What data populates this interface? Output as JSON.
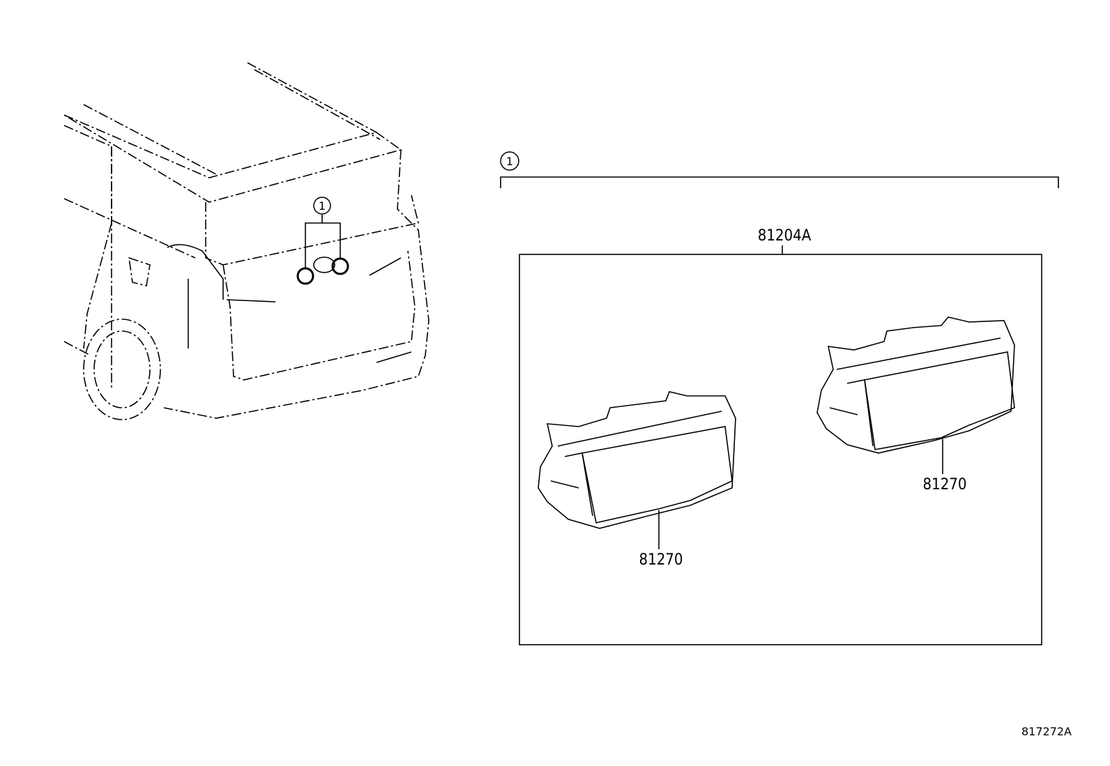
{
  "diagram": {
    "callout_ref": "1",
    "assembly_part_number": "81204A",
    "lamp_left_part_number": "81270",
    "lamp_right_part_number": "81270",
    "figure_number": "817272A",
    "line_color": "#000000",
    "background_color": "#ffffff"
  }
}
